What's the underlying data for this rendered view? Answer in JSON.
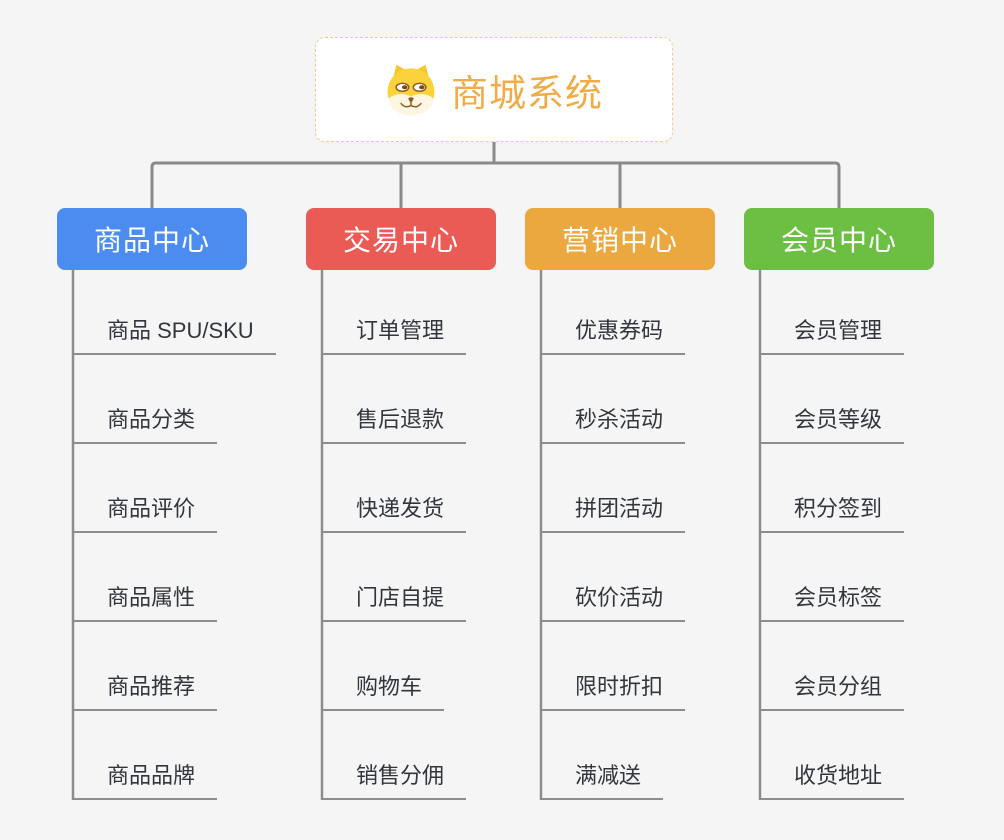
{
  "root": {
    "title": "商城系统",
    "icon": "dog-face-icon"
  },
  "branches": [
    {
      "label": "商品中心",
      "color": "#4c8cf0",
      "items": [
        "商品 SPU/SKU",
        "商品分类",
        "商品评价",
        "商品属性",
        "商品推荐",
        "商品品牌"
      ]
    },
    {
      "label": "交易中心",
      "color": "#ea5b55",
      "items": [
        "订单管理",
        "售后退款",
        "快递发货",
        "门店自提",
        "购物车",
        "销售分佣"
      ]
    },
    {
      "label": "营销中心",
      "color": "#eaa83f",
      "items": [
        "优惠券码",
        "秒杀活动",
        "拼团活动",
        "砍价活动",
        "限时折扣",
        "满减送"
      ]
    },
    {
      "label": "会员中心",
      "color": "#6cbf43",
      "items": [
        "会员管理",
        "会员等级",
        "积分签到",
        "会员标签",
        "会员分组",
        "收货地址"
      ]
    }
  ],
  "colors": {
    "root_text": "#efac47",
    "root_border": "#f2cb8e",
    "connector_line": "#8a8a8a",
    "item_underline": "#8d8d8d",
    "item_text": "#32363c",
    "background": "#f5f5f6"
  }
}
